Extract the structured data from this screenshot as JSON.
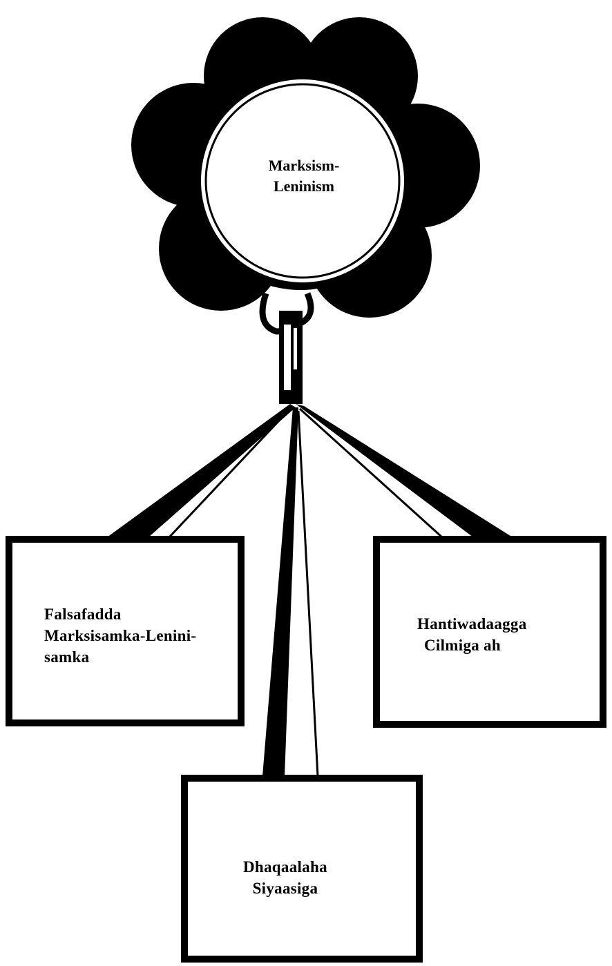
{
  "center": {
    "line1": "Marksism-",
    "line2": "Leninism"
  },
  "boxes": {
    "left": {
      "line1": "Falsafadda",
      "line2": "Marksisamka-Lenini-",
      "line3": "samka"
    },
    "right": {
      "line1": "Hantiwadaagga",
      "line2": "Cilmiga ah"
    },
    "bottom": {
      "line1": "Dhaqaalaha",
      "line2": "Siyaasiga"
    }
  },
  "colors": {
    "ink": "#000000",
    "paper": "#ffffff"
  }
}
